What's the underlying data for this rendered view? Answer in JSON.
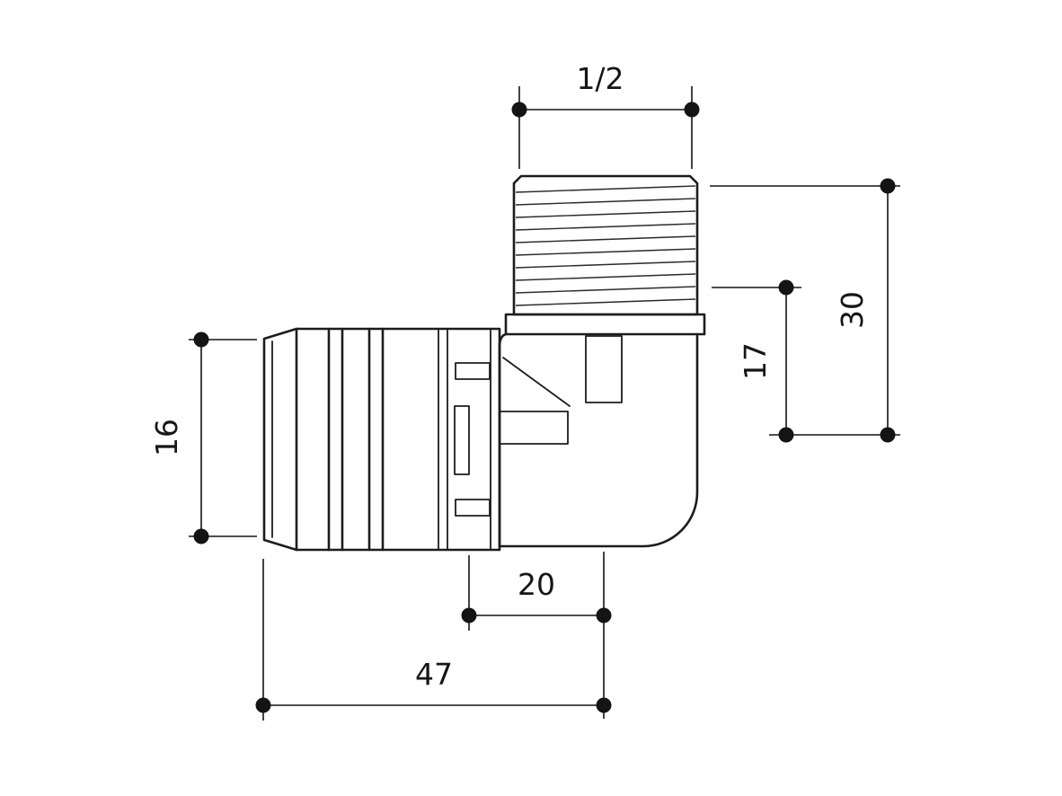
{
  "colors": {
    "background": "#ffffff",
    "line": "#1a1a1a"
  },
  "drawing": {
    "dims": {
      "thread_size": "1/2",
      "total_height": "30",
      "side_height": "17",
      "left_width": "16",
      "bottom_inner": "20",
      "bottom_total": "47"
    }
  }
}
